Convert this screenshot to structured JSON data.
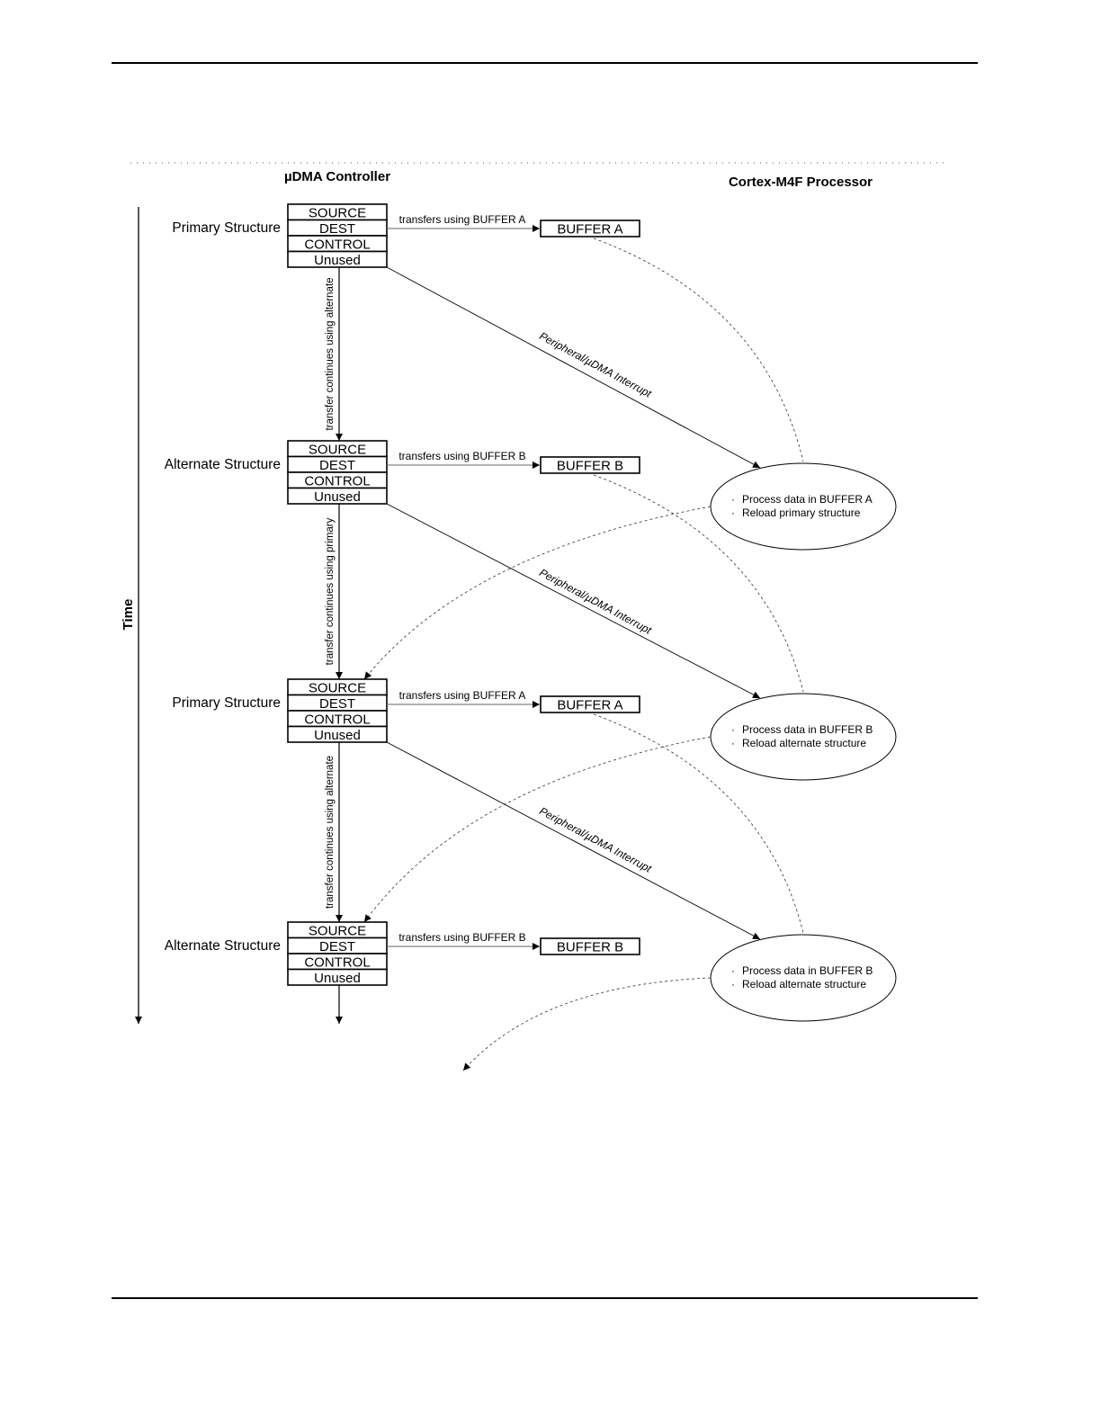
{
  "header": {
    "controller_title": "µDMA Controller",
    "processor_title": "Cortex-M4F Processor"
  },
  "time_label": "Time",
  "structures": [
    {
      "label": "Primary Structure",
      "fields": [
        "SOURCE",
        "DEST",
        "CONTROL",
        "Unused"
      ],
      "transfer_label": "transfers using BUFFER A",
      "buffer": "BUFFER A",
      "interrupt_label": "Peripheral/µDMA Interrupt",
      "continue_label": "transfer continues using alternate"
    },
    {
      "label": "Alternate Structure",
      "fields": [
        "SOURCE",
        "DEST",
        "CONTROL",
        "Unused"
      ],
      "transfer_label": "transfers using BUFFER B",
      "buffer": "BUFFER B",
      "interrupt_label": "Peripheral/µDMA Interrupt",
      "continue_label": "transfer continues using primary"
    },
    {
      "label": "Primary Structure",
      "fields": [
        "SOURCE",
        "DEST",
        "CONTROL",
        "Unused"
      ],
      "transfer_label": "transfers using BUFFER A",
      "buffer": "BUFFER A",
      "interrupt_label": "Peripheral/µDMA Interrupt",
      "continue_label": "transfer continues using alternate"
    },
    {
      "label": "Alternate Structure",
      "fields": [
        "SOURCE",
        "DEST",
        "CONTROL",
        "Unused"
      ],
      "transfer_label": "transfers using BUFFER B",
      "buffer": "BUFFER B"
    }
  ],
  "processor_tasks": [
    [
      "Process data in BUFFER A",
      "Reload primary structure"
    ],
    [
      "Process data in BUFFER B",
      "Reload alternate structure"
    ],
    [
      "Process data in BUFFER B",
      "Reload alternate structure"
    ]
  ]
}
